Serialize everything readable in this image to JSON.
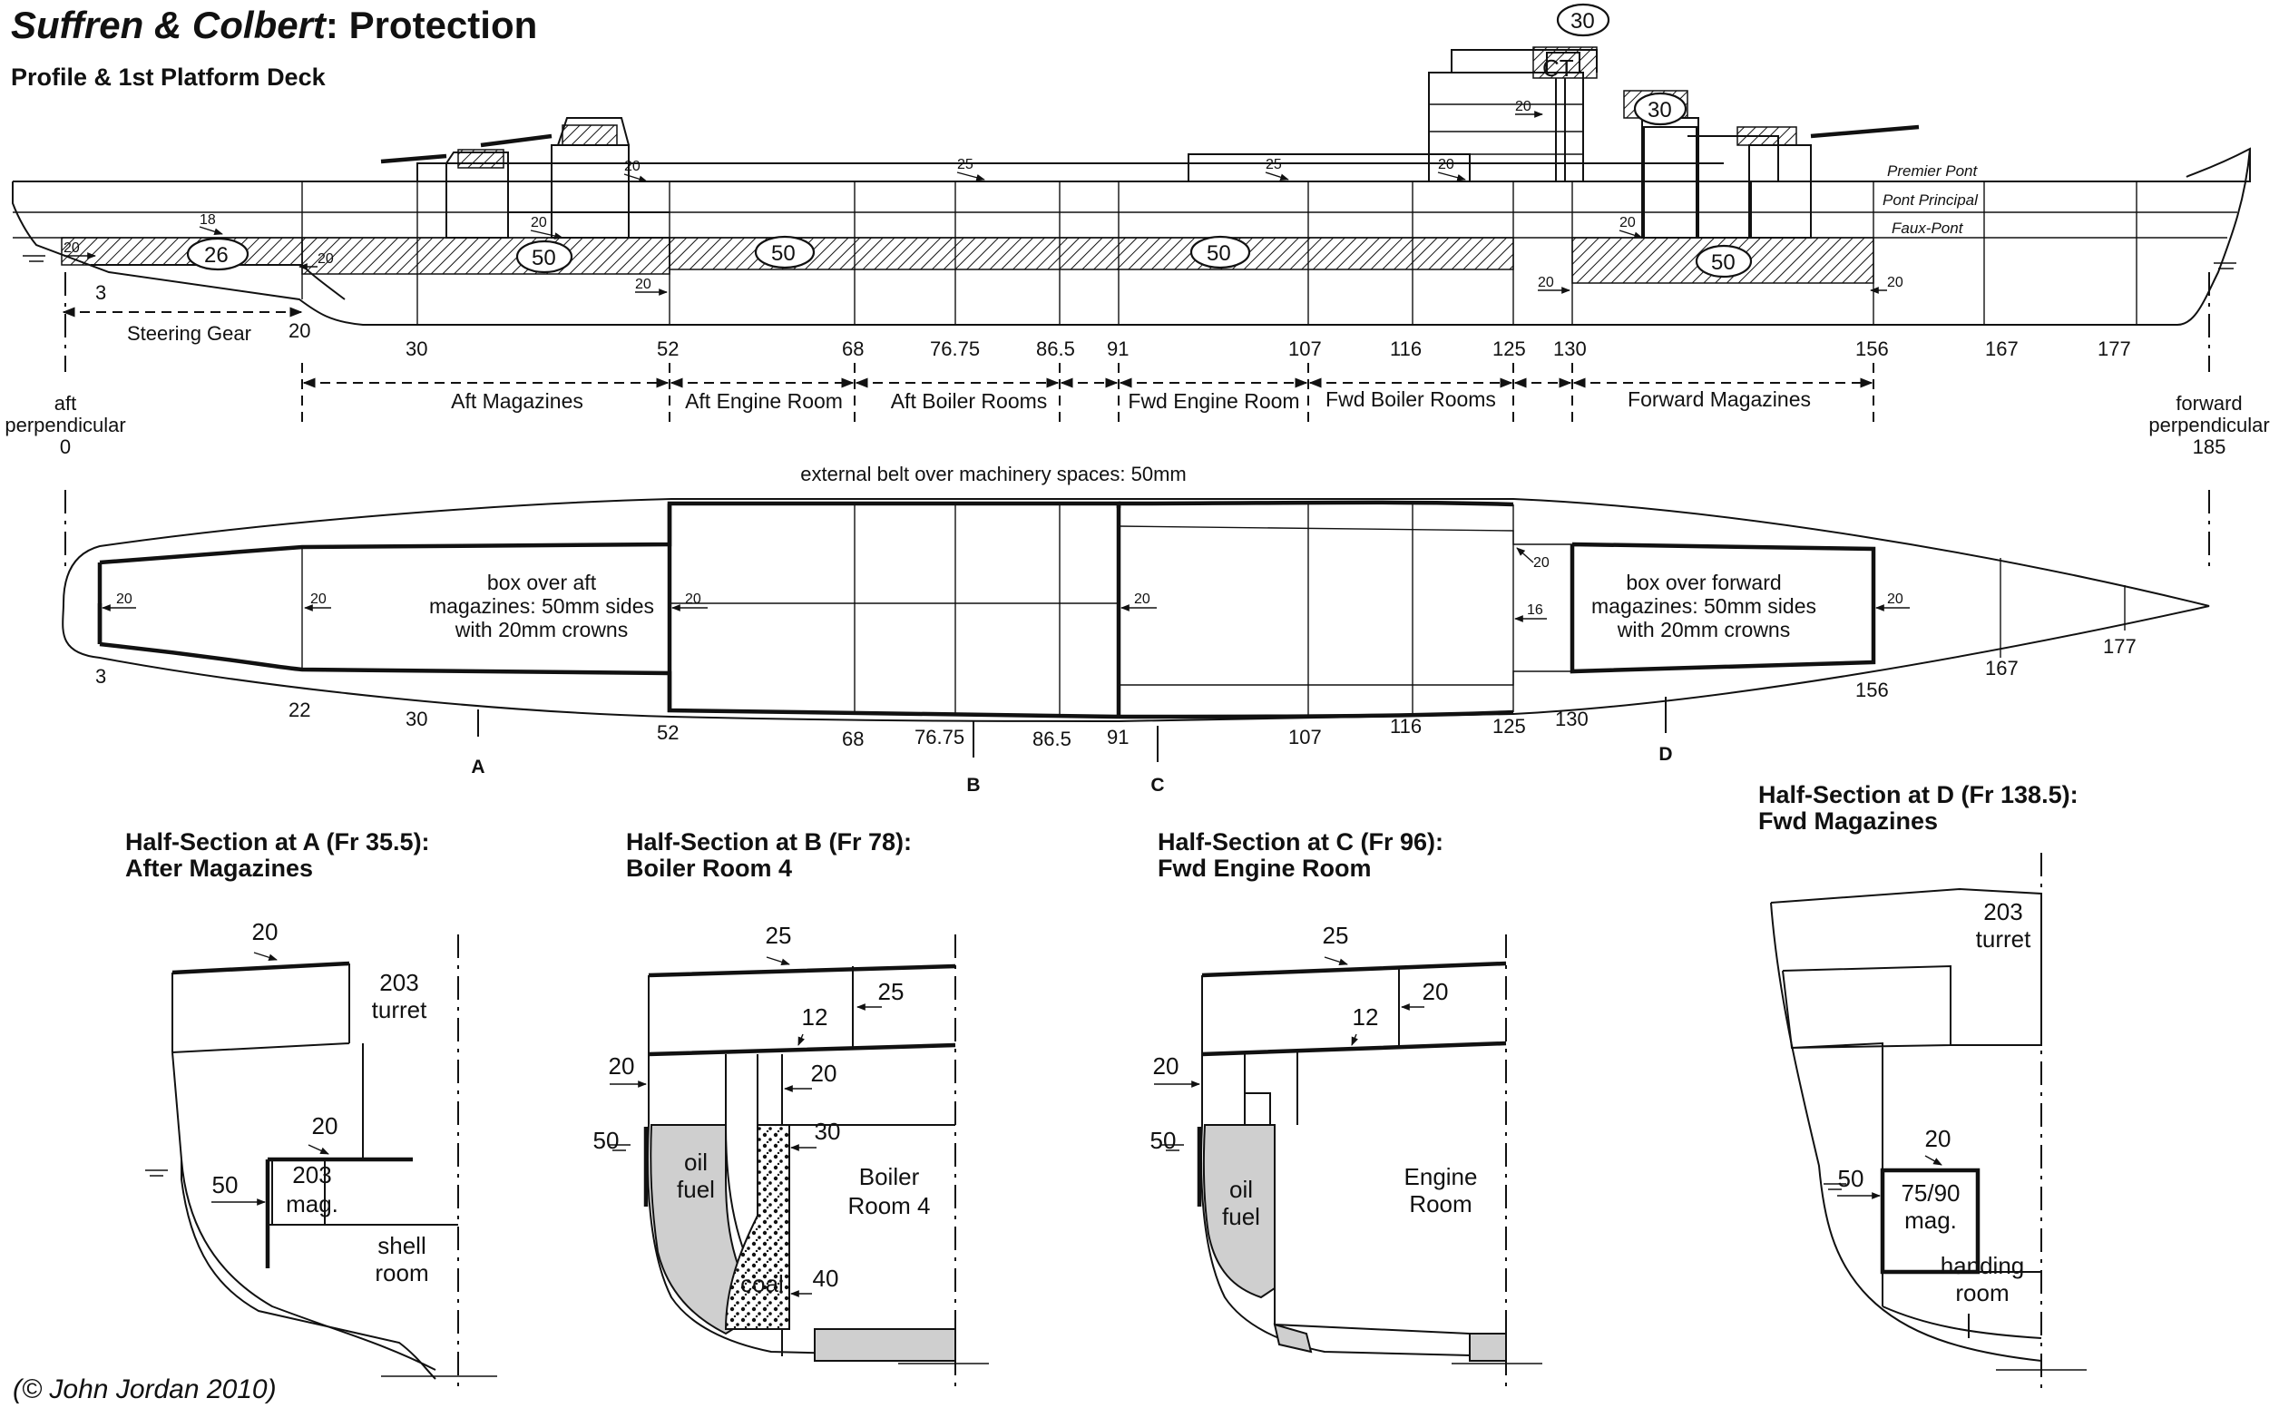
{
  "header": {
    "title_italic": "Suffren & Colbert",
    "title_rest": ": Protection",
    "subtitle": "Profile & 1st Platform Deck"
  },
  "credit": "(© John Jordan 2010)",
  "profile": {
    "deck_labels": [
      "Premier Pont",
      "Pont Principal",
      "Faux-Pont"
    ],
    "armour_ovals": [
      "26",
      "50",
      "50",
      "50",
      "50",
      "30",
      "30"
    ],
    "ct_label": "CT",
    "small_labels": [
      "18",
      "20",
      "20",
      "20",
      "20",
      "20",
      "25",
      "25",
      "20",
      "20",
      "20",
      "20",
      "20"
    ],
    "steering_gear": "Steering Gear",
    "frame_numbers": [
      "3",
      "20",
      "30",
      "52",
      "68",
      "76.75",
      "86.5",
      "91",
      "107",
      "116",
      "125",
      "130",
      "156",
      "167",
      "177"
    ],
    "aft_perp": [
      "aft",
      "perpendicular",
      "0"
    ],
    "fwd_perp": [
      "forward",
      "perpendicular",
      "185"
    ],
    "spaces": [
      "Aft Magazines",
      "Aft Engine Room",
      "Aft Boiler Rooms",
      "Fwd Engine Room",
      "Fwd Boiler Rooms",
      "Forward Magazines"
    ]
  },
  "plan": {
    "belt_note": "external belt over machinery spaces: 50mm",
    "box_aft": [
      "box over aft",
      "magazines: 50mm sides",
      "with 20mm crowns"
    ],
    "box_fwd": [
      "box over forward",
      "magazines: 50mm sides",
      "with 20mm crowns"
    ],
    "small_labels": [
      "20",
      "20",
      "20",
      "20",
      "20",
      "16",
      "20"
    ],
    "frame_numbers": [
      "3",
      "22",
      "30",
      "52",
      "68",
      "76.75",
      "86.5",
      "91",
      "107",
      "116",
      "125",
      "130",
      "156",
      "167",
      "177"
    ],
    "section_marks": [
      "A",
      "B",
      "C",
      "D"
    ]
  },
  "sections": [
    {
      "title": "Half-Section at A (Fr 35.5):",
      "subtitle": "After Magazines",
      "labels": [
        "20",
        "203",
        "turret",
        "20",
        "50",
        "203",
        "mag.",
        "shell",
        "room"
      ]
    },
    {
      "title": "Half-Section at B (Fr 78):",
      "subtitle": "Boiler Room 4",
      "labels": [
        "25",
        "25",
        "12",
        "20",
        "20",
        "30",
        "50",
        "oil",
        "fuel",
        "Boiler",
        "Room 4",
        "coal",
        "40"
      ]
    },
    {
      "title": "Half-Section at C (Fr 96):",
      "subtitle": "Fwd Engine Room",
      "labels": [
        "25",
        "20",
        "12",
        "20",
        "50",
        "oil",
        "fuel",
        "Engine",
        "Room"
      ]
    },
    {
      "title": "Half-Section at D (Fr 138.5):",
      "subtitle": "Fwd Magazines",
      "labels": [
        "203",
        "turret",
        "20",
        "50",
        "75/90",
        "mag.",
        "handing",
        "room"
      ]
    }
  ]
}
